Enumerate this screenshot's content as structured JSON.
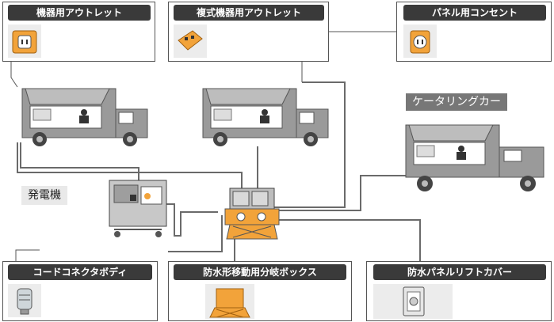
{
  "products": {
    "top_left": "機器用アウトレット",
    "top_mid": "複式機器用アウトレット",
    "top_right": "パネル用コンセント",
    "bottom_left": "コードコネクタボディ",
    "bottom_mid": "防水形移動用分岐ボックス",
    "bottom_right": "防水パネルリフトカバー"
  },
  "labels": {
    "catering_car": "ケータリングカー",
    "generator": "発電機"
  },
  "colors": {
    "tag_bg": "#3a3a3a",
    "accent_orange": "#f2a33a",
    "truck_gray": "#9a9a9a",
    "cable": "#666666"
  }
}
